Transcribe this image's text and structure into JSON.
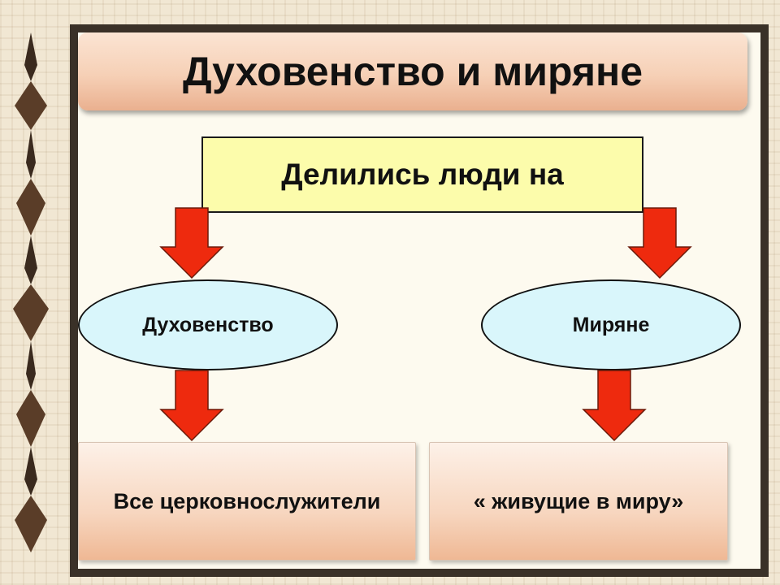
{
  "title": "Духовенство и миряне",
  "top_box": {
    "label": "Делились люди на"
  },
  "left_branch": {
    "ellipse_label": "Духовенство",
    "box_label": "Все церковнослужители"
  },
  "right_branch": {
    "ellipse_label": "Миряне",
    "box_label": "« живущие в миру»"
  },
  "colors": {
    "arrow_fill": "#ee2a0e",
    "arrow_stroke": "#6b1a0a",
    "top_box_fill": "#fcfcab",
    "ellipse_fill": "#d9f6fb",
    "title_bar_fill": "#f6d0b6"
  }
}
